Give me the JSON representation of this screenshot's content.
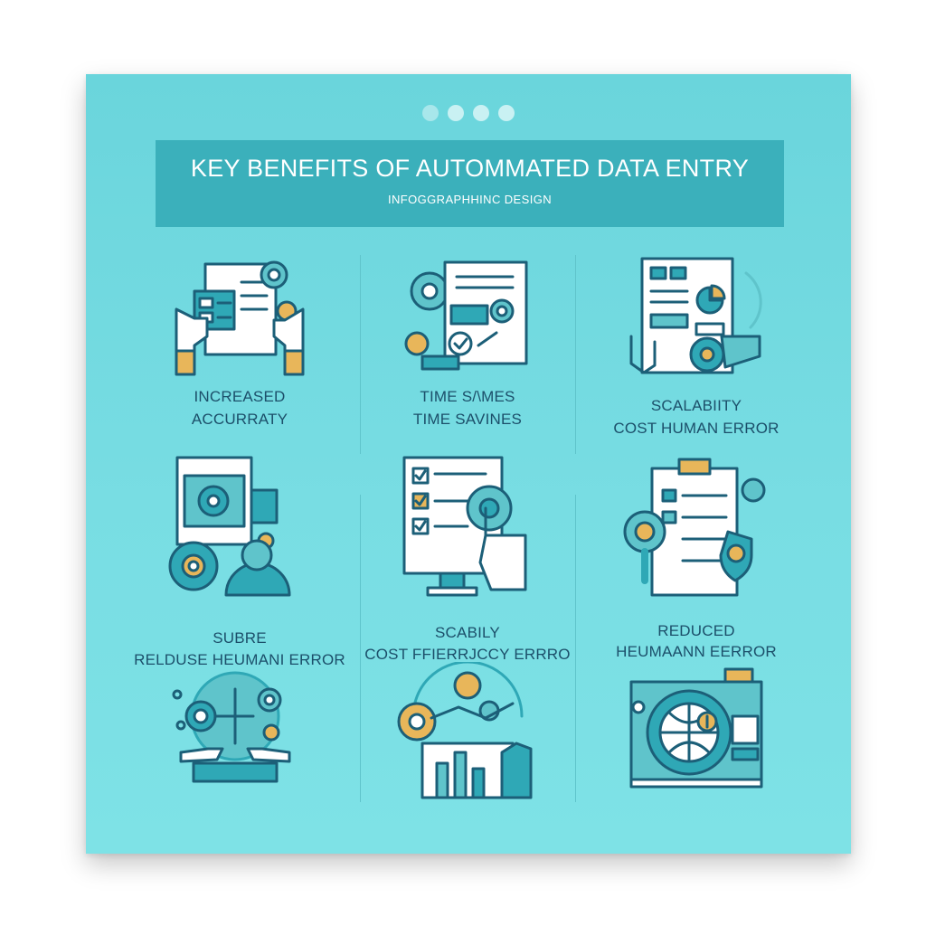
{
  "header": {
    "title": "KEY BENEFITS OF AUTOMMATED DATA ENTRY",
    "subtitle": "INFOGGRAPHHINC DESIGN"
  },
  "benefits": [
    {
      "line1": "INCREASED",
      "line2": "ACCURRATY",
      "icon": "document-hands-icon"
    },
    {
      "line1": "TIME S/\\MES",
      "line2": "TIME SAVINES",
      "icon": "document-gear-check-icon"
    },
    {
      "line1": "SCALABIITY",
      "line2": "COST HUMAN ERROR",
      "icon": "report-chart-gear-icon"
    },
    {
      "line1": "SUBRE",
      "line2": "RELDUSE HEUMANI ERROR",
      "icon": "tablet-gears-icon"
    },
    {
      "line1": "SCABILY",
      "line2": "COST FFIERRJCCY ERRRO",
      "icon": "checklist-monitor-icon"
    },
    {
      "line1": "REDUCED",
      "line2": "HEUMAANN EERROR",
      "icon": "clipboard-magnifier-shield-icon"
    },
    {
      "line1": "",
      "line2": "",
      "icon": "network-hands-icon"
    },
    {
      "line1": "",
      "line2": "",
      "icon": "coin-chart-hand-icon"
    },
    {
      "line1": "",
      "line2": "",
      "icon": "globe-machine-icon"
    }
  ],
  "colors": {
    "background": "#78dde3",
    "banner": "#3bb0bb",
    "line": "#1c5f78",
    "accent_teal": "#2fa8b6",
    "accent_orange": "#e8b65a",
    "text": "#1c4f6a"
  }
}
